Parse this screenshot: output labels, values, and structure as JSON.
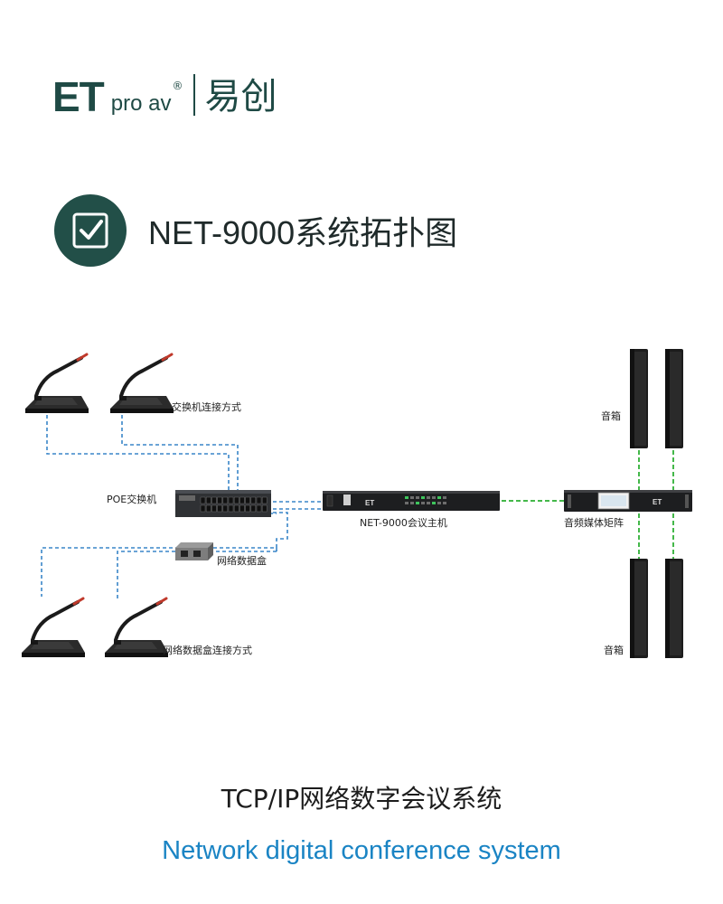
{
  "logo": {
    "brand": "ET",
    "sub": "pro av",
    "reg": "®",
    "cn": "易创"
  },
  "title": "NET-9000系统拓扑图",
  "labels": {
    "switch_method": "交换机连接方式",
    "poe_switch": "POE交换机",
    "main_host": "NET-9000会议主机",
    "media_matrix": "音频媒体矩阵",
    "data_box": "网络数据盒",
    "box_method": "网络数据盒连接方式",
    "speaker_top": "音箱",
    "speaker_bottom": "音箱"
  },
  "device_text": {
    "host_brand": "ET",
    "matrix_brand": "ET"
  },
  "bottom": {
    "cn": "TCP/IP网络数字会议系统",
    "en": "Network digital conference system"
  },
  "colors": {
    "brand": "#1f4a45",
    "badge": "#224f48",
    "blue_link": "#3a86c8",
    "green_link": "#44b84a",
    "accent_en": "#1a84c4"
  },
  "icons": [
    "check-icon",
    "microphone-unit",
    "poe-switch",
    "network-data-box",
    "conference-host",
    "audio-media-matrix",
    "column-speaker"
  ]
}
